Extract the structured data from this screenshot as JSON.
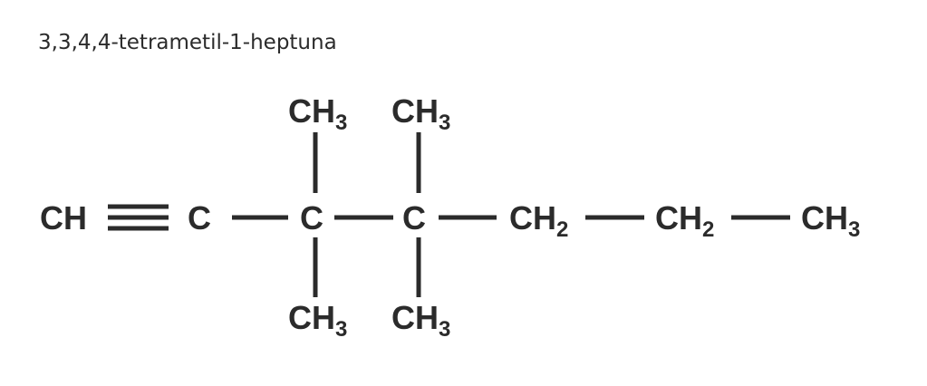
{
  "title": "3,3,4,4-tetrametil-1-heptuna",
  "molecule": {
    "main_chain": [
      {
        "id": "c1",
        "label": "CH",
        "sub": ""
      },
      {
        "id": "c2",
        "label": "C",
        "sub": ""
      },
      {
        "id": "c3",
        "label": "C",
        "sub": ""
      },
      {
        "id": "c4",
        "label": "C",
        "sub": ""
      },
      {
        "id": "c5",
        "label": "CH",
        "sub": "2"
      },
      {
        "id": "c6",
        "label": "CH",
        "sub": "2"
      },
      {
        "id": "c7",
        "label": "CH",
        "sub": "3"
      }
    ],
    "substituents": [
      {
        "id": "m3a",
        "label": "CH",
        "sub": "3"
      },
      {
        "id": "m3b",
        "label": "CH",
        "sub": "3"
      },
      {
        "id": "m4a",
        "label": "CH",
        "sub": "3"
      },
      {
        "id": "m4b",
        "label": "CH",
        "sub": "3"
      }
    ]
  }
}
